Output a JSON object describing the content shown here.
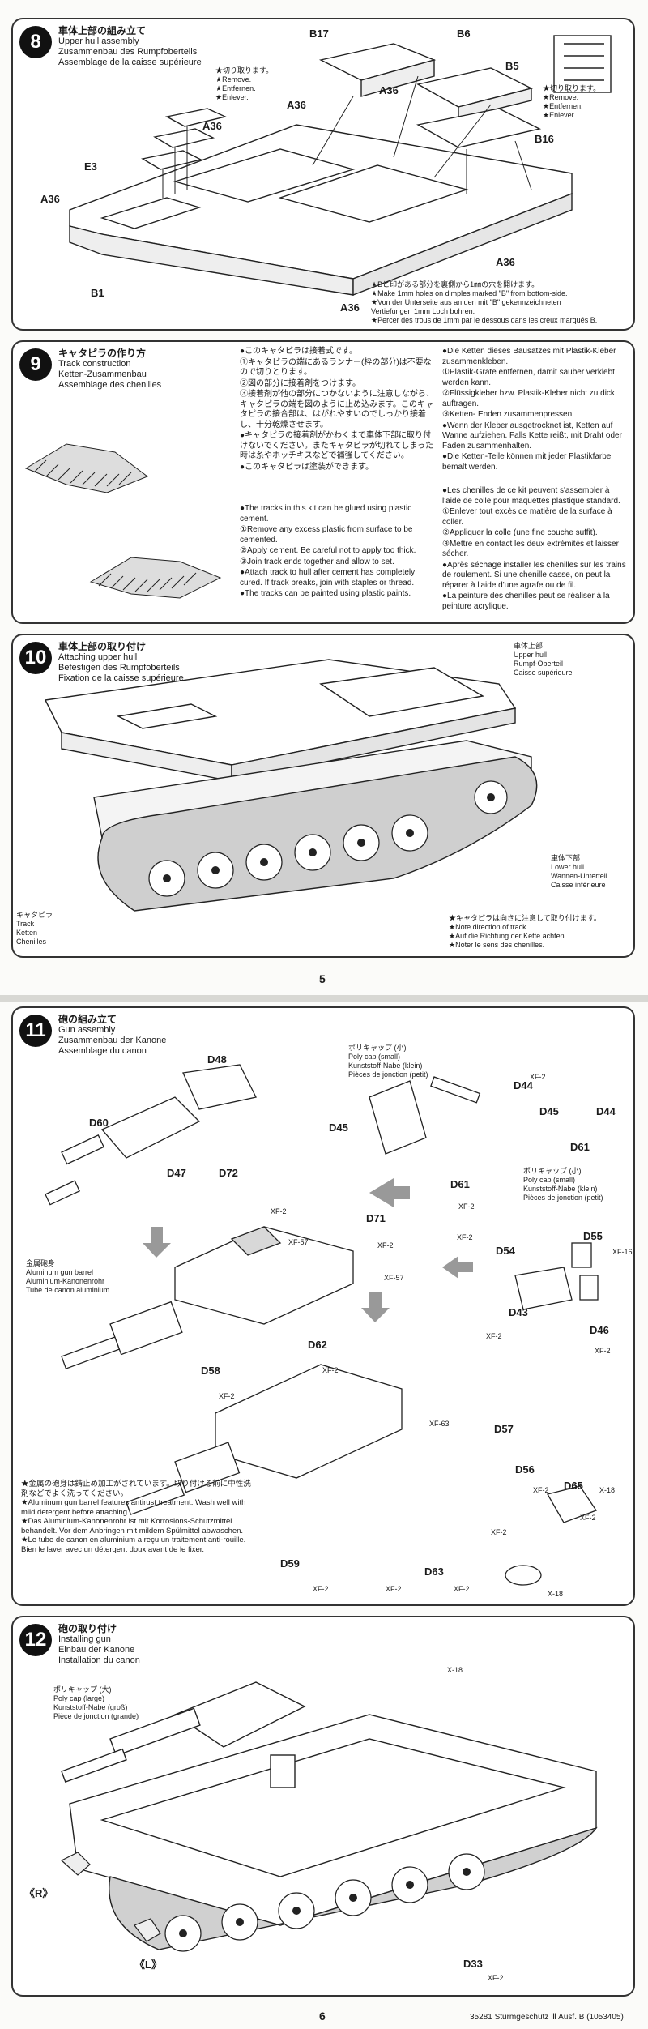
{
  "page5": {
    "number": "5",
    "step8": {
      "number": "8",
      "title_jp": "車体上部の組み立て",
      "title_en": "Upper hull assembly",
      "title_de": "Zusammenbau des Rumpfoberteils",
      "title_fr": "Assemblage de la caisse supérieure",
      "remove_note": [
        "★切り取ります。",
        "★Remove.",
        "★Entfernen.",
        "★Enlever."
      ],
      "parts": {
        "b17": "B17",
        "b6": "B6",
        "b5": "B5",
        "b16": "B16",
        "a36": "A36",
        "e3": "E3",
        "b1": "B1"
      },
      "holes_note": [
        "★Bと印がある部分を裏側から1㎜の穴を開けます。",
        "★Make 1mm holes on dimples marked \"B\" from bottom-side.",
        "★Von der Unterseite aus an den mit \"B\" gekennzeichneten",
        "Vertiefungen 1mm Loch bohren.",
        "★Percer des trous de 1mm par le dessous dans les creux marqués B."
      ]
    },
    "step9": {
      "number": "9",
      "title_jp": "キャタピラの作り方",
      "title_en": "Track construction",
      "title_de": "Ketten-Zusammenbau",
      "title_fr": "Assemblage des chenilles",
      "text_jp": [
        "●このキャタピラは接着式です。",
        "①キャタピラの端にあるランナー(枠の部分)は不要なので切りとります。",
        "②図の部分に接着剤をつけます。",
        "③接着剤が他の部分につかないように注意しながら、キャタピラの端を図のように止め込みます。このキャタピラの接合部は、はがれやすいのでしっかり接着し、十分乾燥させます。",
        "●キャタピラの接着剤がかわくまで車体下部に取り付けないでください。またキャタピラが切れてしまった時は糸やホッチキスなどで補強してください。",
        "●このキャタピラは塗装ができます。"
      ],
      "text_en": [
        "●The tracks in this kit can be glued using plastic cement.",
        "①Remove any excess plastic from surface to be cemented.",
        "②Apply cement. Be careful not to apply too thick.",
        "③Join track ends together and allow to set.",
        "●Attach track to hull after cement has completely cured. If track breaks, join with staples or thread.",
        "●The tracks can be painted using plastic paints."
      ],
      "text_de": [
        "●Die Ketten dieses Bausatzes mit Plastik-Kleber zusammenkleben.",
        "①Plastik-Grate entfernen, damit sauber verklebt werden kann.",
        "②Flüssigkleber bzw. Plastik-Kleber nicht zu dick auftragen.",
        "③Ketten- Enden zusammenpressen.",
        "●Wenn der Kleber ausgetrocknet ist, Ketten auf Wanne aufziehen. Falls Kette reißt, mit Draht oder Faden zusammenhalten.",
        "●Die Ketten-Teile können mit jeder Plastikfarbe bemalt werden."
      ],
      "text_fr": [
        "●Les chenilles de ce kit peuvent s'assembler à l'aide de colle pour maquettes plastique standard.",
        "①Enlever tout excès de matière de la surface à coller.",
        "②Appliquer la colle (une fine couche suffit).",
        "③Mettre en contact les deux extrémités et laisser sécher.",
        "●Après séchage installer les chenilles sur les trains de roulement. Si une chenille casse, on peut la réparer à l'aide d'une agrafe ou de fil.",
        "●La peinture des chenilles peut se réaliser à la peinture acrylique."
      ]
    },
    "step10": {
      "number": "10",
      "title_jp": "車体上部の取り付け",
      "title_en": "Attaching upper hull",
      "title_de": "Befestigen des Rumpfoberteils",
      "title_fr": "Fixation de la caisse supérieure",
      "upper_hull": [
        "車体上部",
        "Upper hull",
        "Rumpf-Oberteil",
        "Caisse supérieure"
      ],
      "lower_hull": [
        "車体下部",
        "Lower hull",
        "Wannen-Unterteil",
        "Caisse inférieure"
      ],
      "track": [
        "キャタピラ",
        "Track",
        "Ketten",
        "Chenilles"
      ],
      "direction_note": [
        "★キャタピラは向きに注意して取り付けます。",
        "★Note direction of track.",
        "★Auf die Richtung der Kette achten.",
        "★Noter le sens des chenilles."
      ]
    }
  },
  "page6": {
    "number": "6",
    "footer": "35281 Sturmgeschütz Ⅲ Ausf. B (1053405)",
    "step11": {
      "number": "11",
      "title_jp": "砲の組み立て",
      "title_en": "Gun assembly",
      "title_de": "Zusammenbau der Kanone",
      "title_fr": "Assemblage du canon",
      "polycap_small": [
        "ポリキャップ (小)",
        "Poly cap (small)",
        "Kunststoff-Nabe (klein)",
        "Pièces de jonction (petit)"
      ],
      "barrel": [
        "金属砲身",
        "Aluminum gun barrel",
        "Aluminium-Kanonenrohr",
        "Tube de canon aluminium"
      ],
      "parts": {
        "d48": "D48",
        "d60": "D60",
        "d47": "D47",
        "d72": "D72",
        "d71": "D71",
        "d45": "D45",
        "d44": "D44",
        "d61": "D61",
        "d55": "D55",
        "d54": "D54",
        "d43": "D43",
        "d46": "D46",
        "d62": "D62",
        "d58": "D58",
        "d57": "D57",
        "d56": "D56",
        "d65": "D65",
        "d59": "D59",
        "d63": "D63"
      },
      "xf2": "XF-2",
      "xf16": "XF-16",
      "xf57": "XF-57",
      "xf63": "XF-63",
      "x18": "X-18",
      "barrel_note": [
        "★金属の砲身は錆止め加工がされています。取り付ける前に中性洗剤などでよく洗ってください。",
        "★Aluminum gun barrel features antirust treatment. Wash well with mild detergent before attaching.",
        "★Das Aluminium-Kanonenrohr ist mit Korrosions-Schutzmittel behandelt. Vor dem Anbringen mit mildem Spülmittel abwaschen.",
        "★Le tube de canon en aluminium a reçu un traitement anti-rouille. Bien le laver avec un détergent doux avant de le fixer."
      ]
    },
    "step12": {
      "number": "12",
      "title_jp": "砲の取り付け",
      "title_en": "Installing gun",
      "title_de": "Einbau der Kanone",
      "title_fr": "Installation du canon",
      "polycap_large": [
        "ポリキャップ (大)",
        "Poly cap (large)",
        "Kunststoff-Nabe (groß)",
        "Pièce de jonction (grande)"
      ],
      "x18": "X-18",
      "d33": "D33",
      "xf2": "XF-2",
      "r": "《R》",
      "l": "《L》"
    }
  }
}
